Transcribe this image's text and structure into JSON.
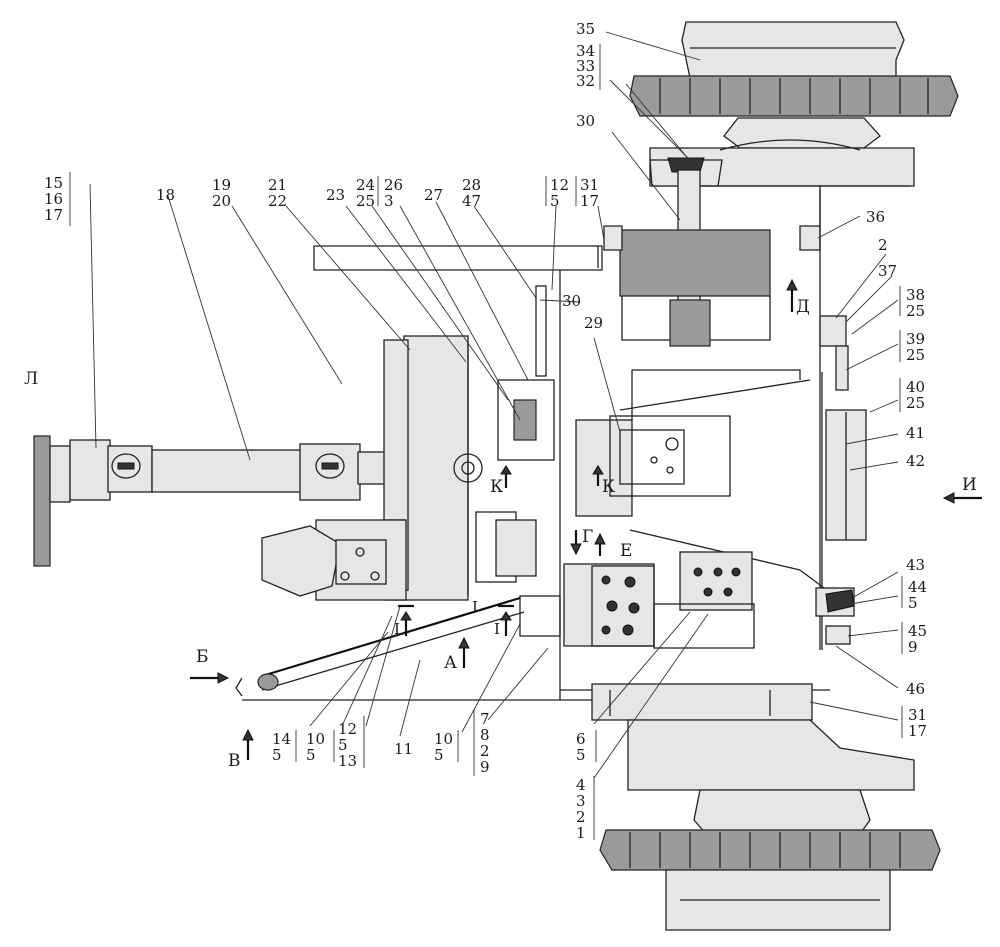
{
  "callouts": [
    {
      "id": "c35",
      "text": "35"
    },
    {
      "id": "c34",
      "lines": [
        "34",
        "33",
        "32"
      ]
    },
    {
      "id": "c30a",
      "text": "30"
    },
    {
      "id": "c15",
      "lines": [
        "15",
        "16",
        "17"
      ]
    },
    {
      "id": "c18",
      "text": "18"
    },
    {
      "id": "c19",
      "lines": [
        "19",
        "20"
      ]
    },
    {
      "id": "c21",
      "lines": [
        "21",
        "22"
      ]
    },
    {
      "id": "c23",
      "text": "23"
    },
    {
      "id": "c24",
      "lines": [
        "24",
        "25"
      ]
    },
    {
      "id": "c26",
      "lines": [
        "26",
        "3"
      ]
    },
    {
      "id": "c27",
      "text": "27"
    },
    {
      "id": "c28",
      "lines": [
        "28",
        "47"
      ]
    },
    {
      "id": "c12a",
      "lines": [
        "12",
        "5"
      ]
    },
    {
      "id": "c31a",
      "lines": [
        "31",
        "17"
      ]
    },
    {
      "id": "c36",
      "text": "36"
    },
    {
      "id": "c2",
      "text": "2"
    },
    {
      "id": "c37",
      "text": "37"
    },
    {
      "id": "c38",
      "lines": [
        "38",
        "25"
      ]
    },
    {
      "id": "c30b",
      "text": "30"
    },
    {
      "id": "c29",
      "text": "29"
    },
    {
      "id": "c39",
      "lines": [
        "39",
        "25"
      ]
    },
    {
      "id": "c40",
      "lines": [
        "40",
        "25"
      ]
    },
    {
      "id": "c41",
      "text": "41"
    },
    {
      "id": "c42",
      "text": "42"
    },
    {
      "id": "c43",
      "text": "43"
    },
    {
      "id": "c44",
      "lines": [
        "44",
        "5"
      ]
    },
    {
      "id": "c45",
      "lines": [
        "45",
        "9"
      ]
    },
    {
      "id": "c46",
      "text": "46"
    },
    {
      "id": "c31b",
      "lines": [
        "31",
        "17"
      ]
    },
    {
      "id": "c14",
      "lines": [
        "14",
        "5"
      ]
    },
    {
      "id": "c10a",
      "lines": [
        "10",
        "5"
      ]
    },
    {
      "id": "c12b",
      "lines": [
        "12",
        "5",
        "13"
      ]
    },
    {
      "id": "c11a",
      "text": "11"
    },
    {
      "id": "c10b",
      "lines": [
        "10",
        "5"
      ]
    },
    {
      "id": "c7",
      "lines": [
        "7",
        "8",
        "2",
        "9"
      ]
    },
    {
      "id": "c6",
      "lines": [
        "6",
        "5"
      ]
    },
    {
      "id": "c4",
      "lines": [
        "4",
        "3",
        "2",
        "1"
      ]
    }
  ],
  "view_markers": {
    "D": "Д",
    "I": "И",
    "B_cyr": "Б",
    "V": "В",
    "A": "А",
    "G": "Г",
    "Ye": "Е",
    "K1": "К",
    "K2": "К",
    "I_section_left": "I",
    "I_section_right": "I",
    "I_section_mid": "I",
    "L": "Л"
  }
}
